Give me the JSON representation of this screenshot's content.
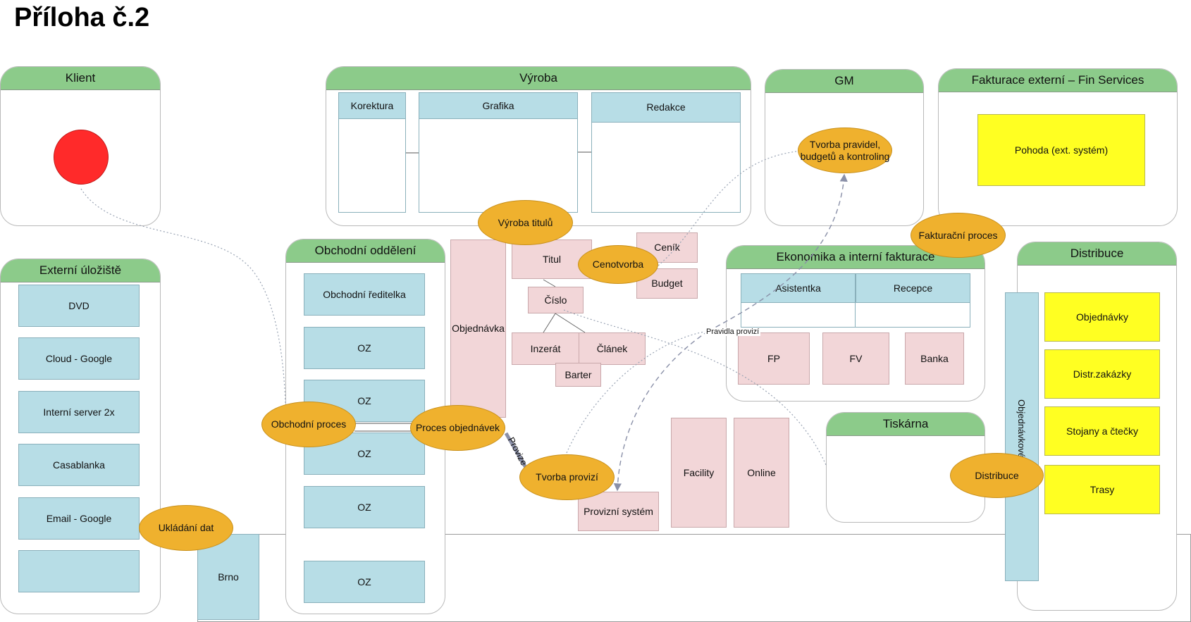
{
  "title": "Příloha č.2",
  "lanes": {
    "klient": "Klient",
    "externi": "Externí úložiště",
    "vyroba": "Výroba",
    "obchodni": "Obchodní oddělení",
    "gm": "GM",
    "fakturace_externi": "Fakturace externí – Fin Services",
    "ekonomika": "Ekonomika a interní fakturace",
    "tiskarna": "Tiskárna",
    "distribuce": "Distribuce"
  },
  "externi_items": [
    "DVD",
    "Cloud - Google",
    "Interní server 2x",
    "Casablanka",
    "Email - Google",
    ""
  ],
  "vyroba_items": [
    "Korektura",
    "Grafika",
    "Redakce"
  ],
  "obchodni_items": [
    "Obchodní ředitelka",
    "OZ",
    "OZ",
    "OZ",
    "OZ",
    "OZ"
  ],
  "brno": "Brno",
  "pink": {
    "objednavka": "Objednávka",
    "titul": "Titul",
    "cislo": "Číslo",
    "inzerat": "Inzerát",
    "clanek": "Článek",
    "barter": "Barter",
    "cenik": "Ceník",
    "budget": "Budget",
    "provizni_system": "Provizní systém",
    "facility": "Facility",
    "online": "Online",
    "fp": "FP",
    "fv": "FV",
    "banka": "Banka"
  },
  "ekonomika_items": [
    "Asistentka",
    "Recepce"
  ],
  "pohoda": "Pohoda (ext. systém)",
  "distribuce_items": [
    "Objednávky",
    "Distr.zakázky",
    "Stojany a čtečky",
    "Trasy"
  ],
  "api_label": "Objednávkové API",
  "processes": {
    "vyroba_titulu": "Výroba titulů",
    "cenotvorba": "Cenotvorba",
    "tvorba_pravidel": "Tvorba pravidel, budgetů a kontroling",
    "fakturacni_proces": "Fakturační proces",
    "obchodni_proces": "Obchodní proces",
    "proces_objednavek": "Proces objednávek",
    "tvorba_provizi": "Tvorba provizí",
    "distribuce": "Distribuce",
    "ukladani_dat": "Ukládání dat"
  },
  "labels": {
    "pravidla_provizi": "Pravidla provizí",
    "provize": "Provize"
  },
  "colors": {
    "lane_header": "#8ccb8a",
    "blue_box": "#b7dde6",
    "pink_box": "#f2d6d8",
    "yellow_box": "#ffff22",
    "process": "#efb12e",
    "client_dot": "#ff2a2a"
  }
}
